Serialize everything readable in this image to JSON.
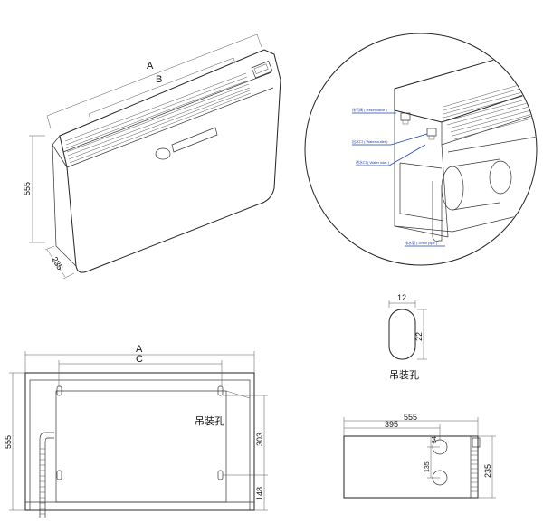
{
  "iso_view": {
    "dim_a": "A",
    "dim_b": "B",
    "dim_height": "555",
    "dim_depth": "235"
  },
  "detail_view": {
    "callout_relief_valve": "排气阀 ( Relief valve )",
    "callout_water_outlet": "出水口 ( Water outlet )",
    "callout_water_inlet": "进水口 ( Water inlet )",
    "callout_drain_pipe": "排水管 ( Drain pipe )"
  },
  "slot_detail": {
    "dim_width": "12",
    "dim_height": "22",
    "label": "吊装孔"
  },
  "front_view": {
    "dim_a": "A",
    "dim_c": "C",
    "dim_height": "555",
    "dim_303": "303",
    "dim_148": "148",
    "label_hanging_hole": "吊装孔"
  },
  "side_view": {
    "dim_555": "555",
    "dim_395": "395",
    "dim_34": "34",
    "dim_135": "135",
    "dim_235": "235"
  }
}
